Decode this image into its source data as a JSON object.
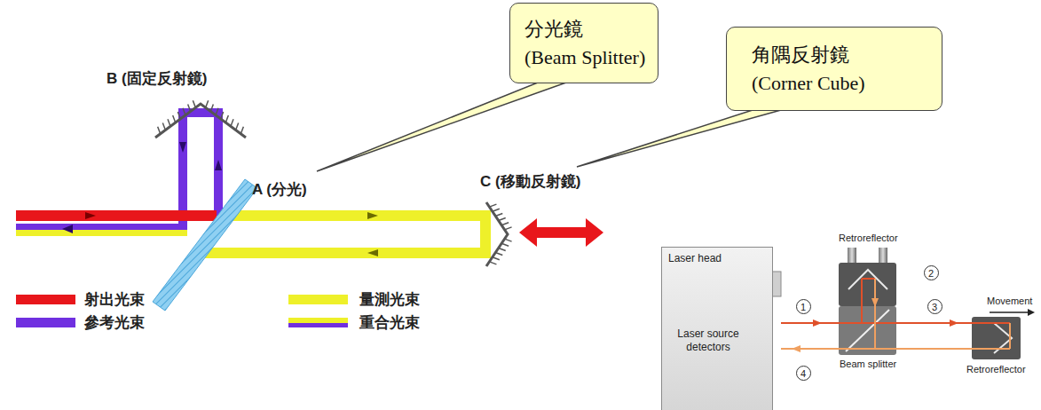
{
  "diagram": {
    "nodes": [
      {
        "text": [
          "分光鏡",
          "(Beam Splitter)"
        ]
      },
      {
        "text": [
          "角隅反射鏡",
          "(Corner Cube)"
        ]
      },
      {
        "text": [
          "Laser head",
          "Laser source detectors"
        ]
      }
    ],
    "labels": [
      "B (固定反射鏡)",
      "A (分光)",
      "C (移動反射鏡)",
      "Retroreflector",
      "1",
      "2",
      "3",
      "Movement",
      "4",
      "Beam splitter",
      "Retroreflector"
    ],
    "legend": [
      {
        "text": "射出光束",
        "color": "#e8161b"
      },
      {
        "text": "量測光束",
        "color": "#eef02a"
      },
      {
        "text": "參考光束",
        "color": "#7030e0"
      },
      {
        "text": "重合光束"
      }
    ]
  }
}
